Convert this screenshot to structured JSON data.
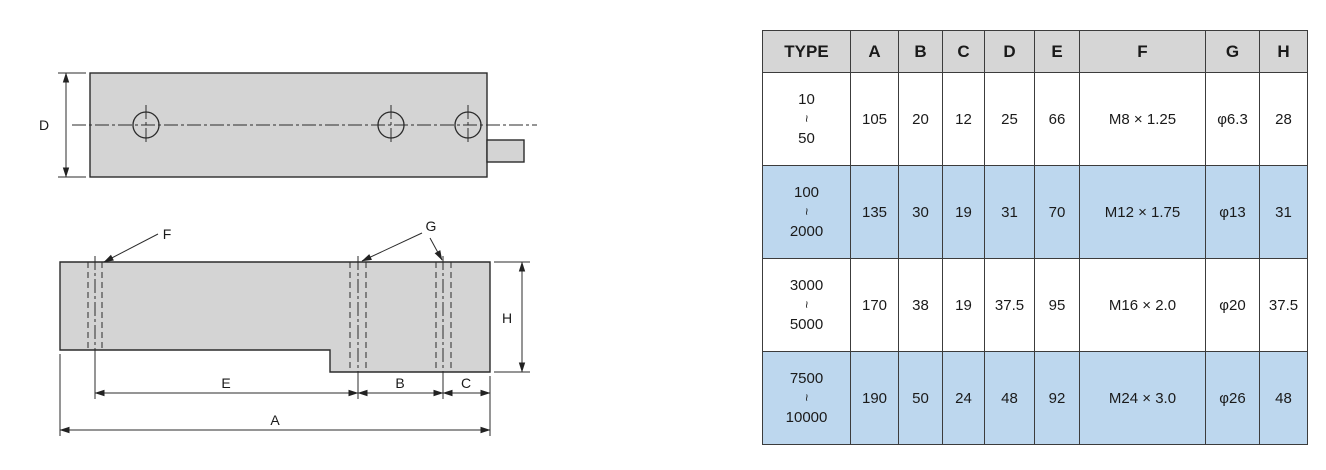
{
  "diagram": {
    "dim_labels": {
      "A": "A",
      "B": "B",
      "C": "C",
      "D": "D",
      "E": "E",
      "F": "F",
      "G": "G",
      "H": "H"
    }
  },
  "table": {
    "headers": [
      "TYPE",
      "A",
      "B",
      "C",
      "D",
      "E",
      "F",
      "G",
      "H"
    ],
    "rows": [
      {
        "type": [
          "10",
          "~",
          "50"
        ],
        "values": [
          "105",
          "20",
          "12",
          "25",
          "66",
          "M8 × 1.25",
          "φ6.3",
          "28"
        ],
        "highlighted": false
      },
      {
        "type": [
          "100",
          "~",
          "2000"
        ],
        "values": [
          "135",
          "30",
          "19",
          "31",
          "70",
          "M12 × 1.75",
          "φ13",
          "31"
        ],
        "highlighted": true
      },
      {
        "type": [
          "3000",
          "~",
          "5000"
        ],
        "values": [
          "170",
          "38",
          "19",
          "37.5",
          "95",
          "M16 × 2.0",
          "φ20",
          "37.5"
        ],
        "highlighted": false
      },
      {
        "type": [
          "7500",
          "~",
          "10000"
        ],
        "values": [
          "190",
          "50",
          "24",
          "48",
          "92",
          "M24 × 3.0",
          "φ26",
          "48"
        ],
        "highlighted": true
      }
    ]
  },
  "colors": {
    "header_bg": "#d6d6d6",
    "row_highlight": "#bdd7ee",
    "drawing_fill": "#d4d4d4"
  }
}
